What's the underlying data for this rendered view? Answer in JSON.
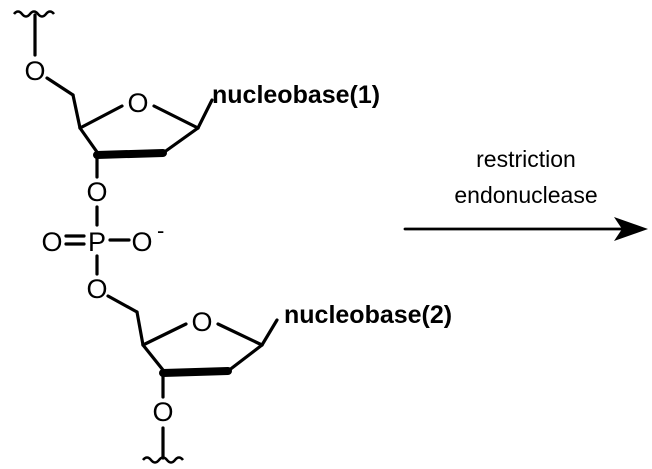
{
  "diagram": {
    "atoms": {
      "o_top": "O",
      "o_ring1": "O",
      "o_3prime": "O",
      "phosphorus": "P",
      "o_double": "O",
      "o_anion": "O",
      "anion_charge": "-",
      "o_5prime": "O",
      "o_ring2": "O",
      "o_bottom": "O"
    },
    "substituents": {
      "nucleobase_1": "nucleobase(1)",
      "nucleobase_2": "nucleobase(2)"
    },
    "reaction": {
      "reagent_line1": "restriction",
      "reagent_line2": "endonuclease"
    }
  }
}
